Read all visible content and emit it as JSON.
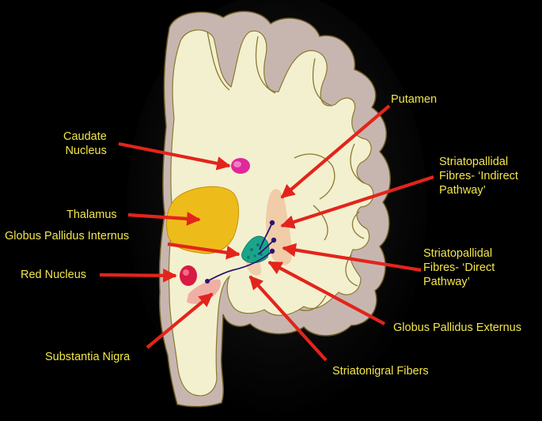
{
  "colors": {
    "background": "#000000",
    "label_text": "#f2e64a",
    "arrow": "#e3241b",
    "white_matter": "#f3f0cf",
    "gray_matter": "#c7b6b0",
    "thalamus": "#eebc1a",
    "caudate": "#e0289a",
    "red_nucleus": "#d81a45",
    "putamen": "#f0c8a4",
    "globus_pallidus": "#19a58c",
    "fibres": "#2a1470"
  },
  "labels": {
    "putamen": "Putamen",
    "caudate": [
      "Caudate",
      "Nucleus"
    ],
    "indirect": [
      "Striatopallidal",
      "Fibres- ‘Indirect",
      "Pathway’"
    ],
    "thalamus": "Thalamus",
    "gpi": "Globus Pallidus Internus",
    "direct": [
      "Striatopallidal",
      "Fibres- ‘Direct",
      "Pathway’"
    ],
    "red_nucleus": "Red Nucleus",
    "gpe": "Globus Pallidus Externus",
    "substantia_nigra": "Substantia Nigra",
    "striatonigral": "Striatonigral Fibers"
  }
}
